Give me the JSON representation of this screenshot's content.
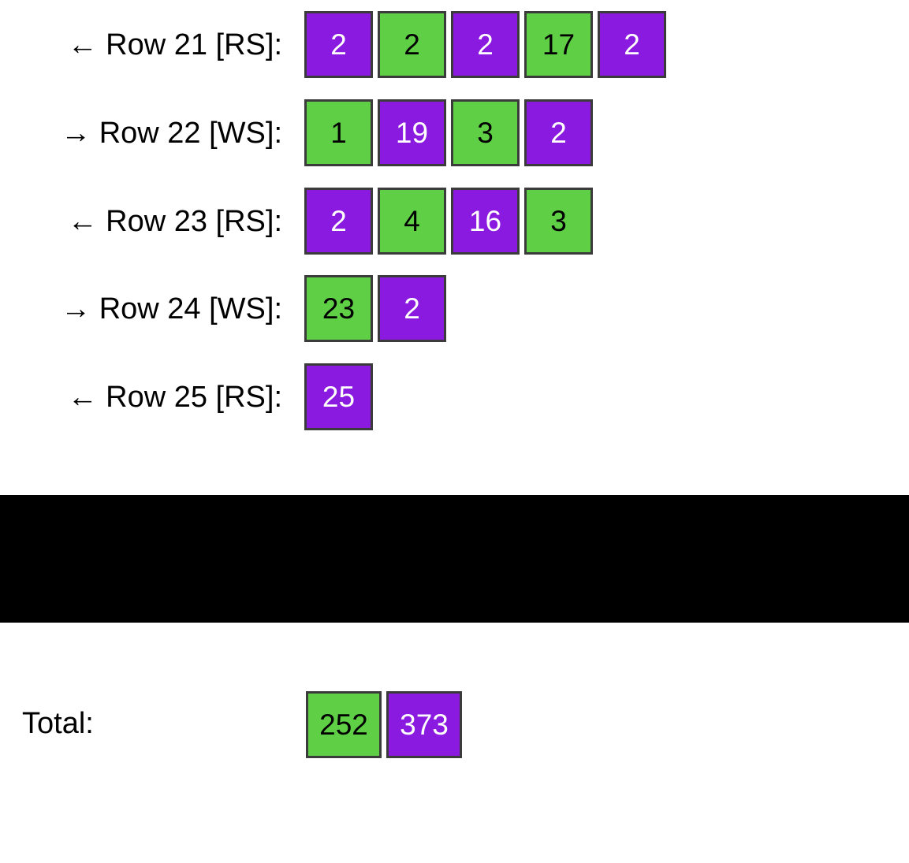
{
  "colors": {
    "green": "#5fcf46",
    "purple": "#8a1ae0",
    "cell_border": "#3b3b3b",
    "text_on_green": "#000000",
    "text_on_purple": "#ffffff",
    "band": "#000000",
    "page_background": "#ffffff"
  },
  "arrows": {
    "left": "←",
    "right": "→"
  },
  "rows": [
    {
      "label": "← Row 21 [RS]:",
      "index": 21,
      "direction": "RS",
      "cells": [
        {
          "value": "2",
          "color": "purple"
        },
        {
          "value": "2",
          "color": "green"
        },
        {
          "value": "2",
          "color": "purple"
        },
        {
          "value": "17",
          "color": "green"
        },
        {
          "value": "2",
          "color": "purple"
        }
      ]
    },
    {
      "label": "→ Row 22 [WS]:",
      "index": 22,
      "direction": "WS",
      "cells": [
        {
          "value": "1",
          "color": "green"
        },
        {
          "value": "19",
          "color": "purple"
        },
        {
          "value": "3",
          "color": "green"
        },
        {
          "value": "2",
          "color": "purple"
        }
      ]
    },
    {
      "label": "← Row 23 [RS]:",
      "index": 23,
      "direction": "RS",
      "cells": [
        {
          "value": "2",
          "color": "purple"
        },
        {
          "value": "4",
          "color": "green"
        },
        {
          "value": "16",
          "color": "purple"
        },
        {
          "value": "3",
          "color": "green"
        }
      ]
    },
    {
      "label": "→ Row 24 [WS]:",
      "index": 24,
      "direction": "WS",
      "cells": [
        {
          "value": "23",
          "color": "green"
        },
        {
          "value": "2",
          "color": "purple"
        }
      ]
    },
    {
      "label": "← Row 25 [RS]:",
      "index": 25,
      "direction": "RS",
      "cells": [
        {
          "value": "25",
          "color": "purple"
        }
      ]
    }
  ],
  "totals": {
    "label": "Total:",
    "cells": [
      {
        "value": "252",
        "color": "green"
      },
      {
        "value": "373",
        "color": "purple"
      }
    ]
  }
}
